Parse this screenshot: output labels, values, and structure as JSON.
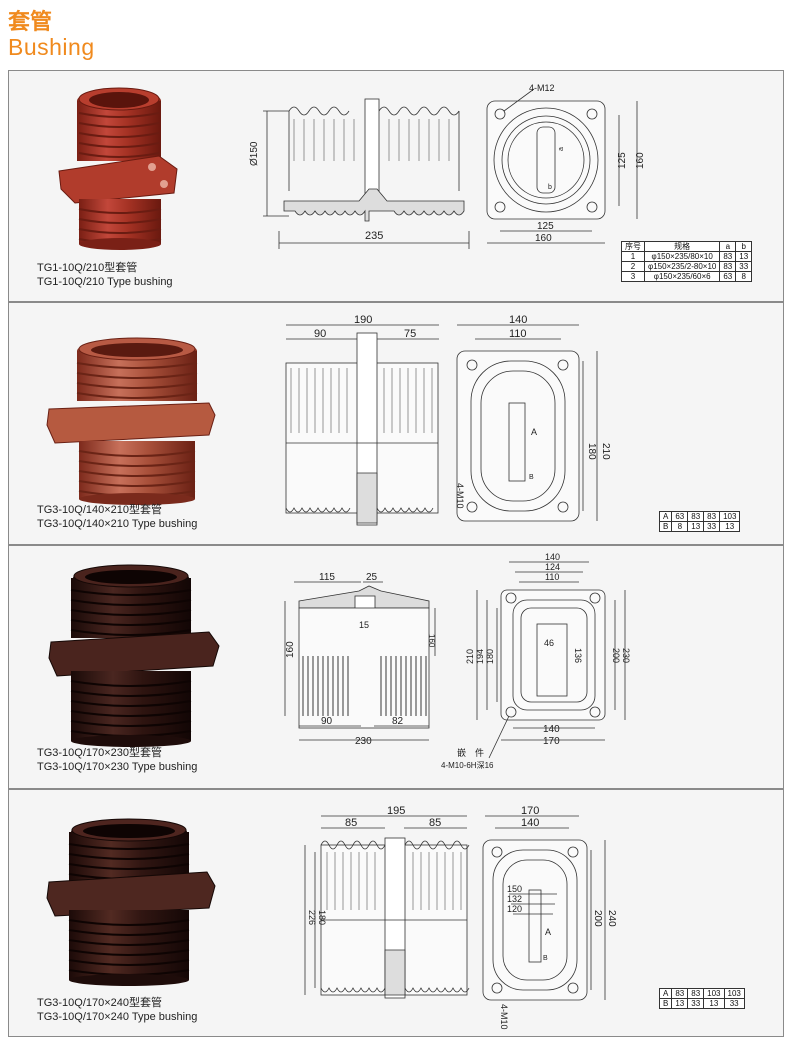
{
  "header": {
    "title_cn": "套管",
    "title_en": "Bushing"
  },
  "products": [
    {
      "name_cn": "TG1-10Q/210型套管",
      "name_en": "TG1-10Q/210 Type bushing",
      "dims_side": [
        "Ø150",
        "235"
      ],
      "dims_front": [
        "4-M12",
        "125",
        "160",
        "125",
        "160",
        "a",
        "b"
      ],
      "table": {
        "headers": [
          "序号",
          "规格",
          "a",
          "b"
        ],
        "rows": [
          [
            "1",
            "φ150×235/80×10",
            "83",
            "13"
          ],
          [
            "2",
            "φ150×235/2-80×10",
            "83",
            "33"
          ],
          [
            "3",
            "φ150×235/60×6",
            "63",
            "8"
          ]
        ]
      },
      "colors": {
        "body": "#b23a2a"
      }
    },
    {
      "name_cn": "TG3-10Q/140×210型套管",
      "name_en": "TG3-10Q/140×210 Type bushing",
      "dims_side": [
        "190",
        "90",
        "75"
      ],
      "dims_front": [
        "140",
        "110",
        "180",
        "210",
        "A",
        "B",
        "4-M10"
      ],
      "table": {
        "rows": [
          [
            "A",
            "63",
            "83",
            "83",
            "103"
          ],
          [
            "B",
            "8",
            "13",
            "33",
            "13"
          ]
        ]
      },
      "colors": {
        "body": "#b35a40"
      }
    },
    {
      "name_cn": "TG3-10Q/170×230型套管",
      "name_en": "TG3-10Q/170×230 Type bushing",
      "dims_side": [
        "115",
        "25",
        "15",
        "160",
        "160",
        "90",
        "82",
        "230"
      ],
      "dims_front": [
        "140",
        "124",
        "110",
        "210",
        "194",
        "180",
        "46",
        "136",
        "200",
        "230",
        "140",
        "170"
      ],
      "insert_label": "嵌　件",
      "insert_spec": "4-M10-6H深16",
      "colors": {
        "body": "#3b1c18"
      }
    },
    {
      "name_cn": "TG3-10Q/170×240型套管",
      "name_en": "TG3-10Q/170×240 Type bushing",
      "dims_side": [
        "195",
        "85",
        "85",
        "180",
        "226"
      ],
      "dims_front": [
        "170",
        "140",
        "150",
        "132",
        "120",
        "200",
        "240",
        "A",
        "B",
        "4-M10"
      ],
      "table": {
        "rows": [
          [
            "A",
            "83",
            "83",
            "103",
            "103"
          ],
          [
            "B",
            "13",
            "33",
            "13",
            "33"
          ]
        ]
      },
      "colors": {
        "body": "#3d1a17"
      }
    }
  ]
}
